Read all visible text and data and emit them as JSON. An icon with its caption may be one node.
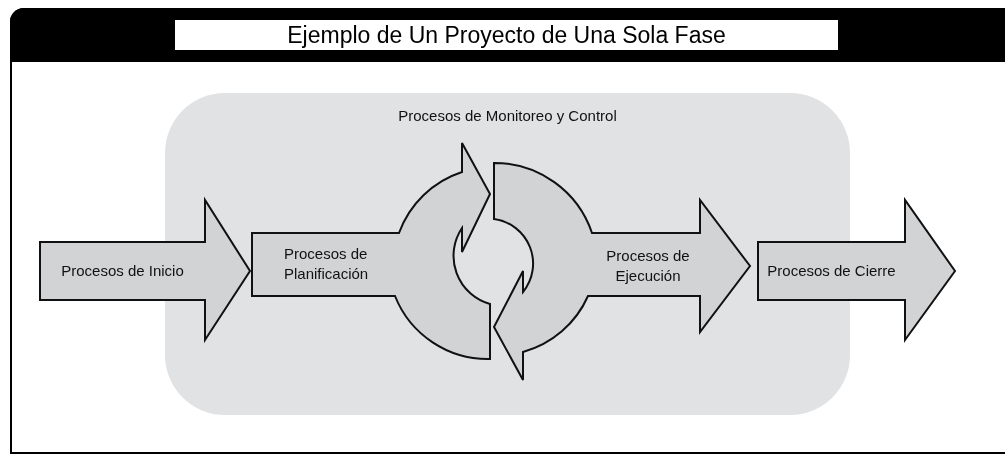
{
  "diagram": {
    "title": "Ejemplo de Un Proyecto de Una Sola Fase",
    "nodes": [
      {
        "text": [
          "Procesos de Monitoreo y Control"
        ]
      },
      {
        "text": [
          "Procesos de Inicio"
        ]
      },
      {
        "text": [
          "Procesos de Planificación"
        ],
        "in": 0
      },
      {
        "text": [
          "Procesos de Ejecución"
        ],
        "in": 0
      },
      {
        "text": [
          "Procesos de Cierre"
        ]
      }
    ]
  }
}
